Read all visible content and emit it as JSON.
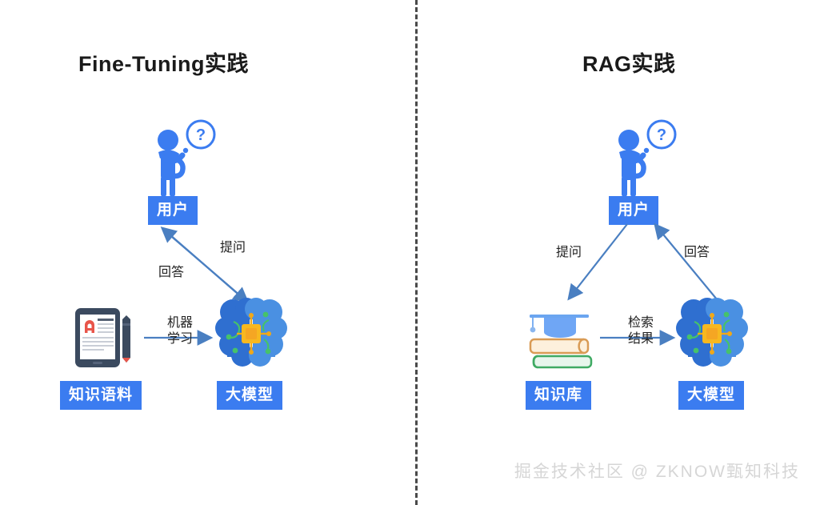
{
  "diagram": {
    "title_left": "Fine-Tuning实践",
    "title_right": "RAG实践",
    "watermark": "掘金技术社区 @ ZKNOW甄知科技",
    "accent_blue": "#3b7cf0",
    "arrow_blue": "#4a7fc1",
    "divider_color": "#4a4a4a"
  },
  "left_panel": {
    "nodes": {
      "user": {
        "label": "用户",
        "icon": "user-thinking-icon"
      },
      "corpus": {
        "label": "知识语料",
        "icon": "document-pencil-icon"
      },
      "model": {
        "label": "大模型",
        "icon": "brain-chip-icon"
      }
    },
    "edges": {
      "ask": "提问",
      "answer": "回答",
      "train_line1": "机器",
      "train_line2": "学习"
    }
  },
  "right_panel": {
    "nodes": {
      "user": {
        "label": "用户",
        "icon": "user-thinking-icon"
      },
      "knowledge_base": {
        "label": "知识库",
        "icon": "books-graduation-cap-icon"
      },
      "model": {
        "label": "大模型",
        "icon": "brain-chip-icon"
      }
    },
    "edges": {
      "ask": "提问",
      "answer": "回答",
      "retrieve_line1": "检索",
      "retrieve_line2": "结果"
    }
  }
}
